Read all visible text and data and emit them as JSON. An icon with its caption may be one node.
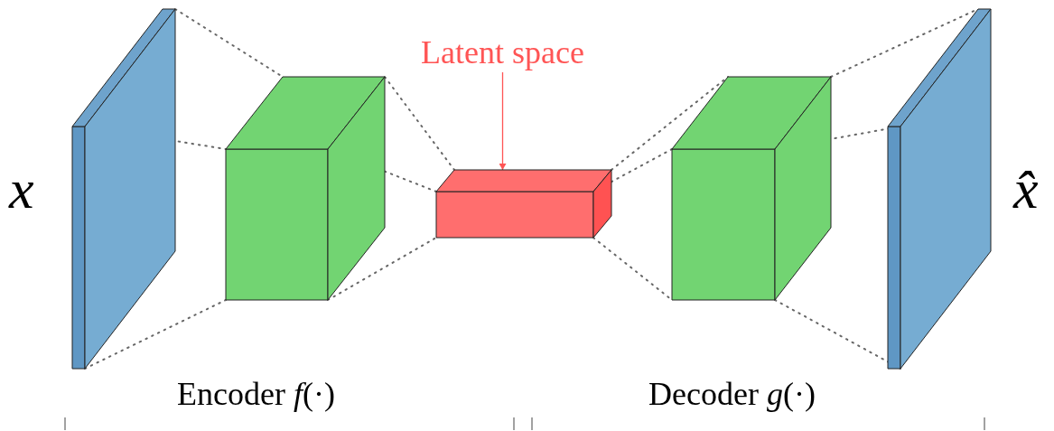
{
  "diagram": {
    "nodes": [
      {
        "text": [],
        "shape": "box",
        "beside": [
          "*x*"
        ]
      },
      {
        "text": [],
        "shape": "box"
      },
      {
        "text": [],
        "shape": "box"
      },
      {
        "text": [],
        "shape": "box"
      },
      {
        "text": [],
        "shape": "box",
        "beside": [
          "*x̂*"
        ]
      },
      {
        "text": [
          "Latent space"
        ]
      }
    ],
    "edges": [
      {
        "from": 0,
        "to": 1,
        "arrow": "none",
        "style": "dashed"
      },
      {
        "from": 0,
        "to": 1,
        "arrow": "none",
        "style": "dashed"
      },
      {
        "from": 0,
        "to": 1,
        "arrow": "none",
        "style": "dashed"
      },
      {
        "from": 1,
        "to": 2,
        "arrow": "none",
        "style": "dashed"
      },
      {
        "from": 1,
        "to": 2,
        "arrow": "none",
        "style": "dashed"
      },
      {
        "from": 1,
        "to": 2,
        "arrow": "none",
        "style": "dashed"
      },
      {
        "from": 2,
        "to": 3,
        "arrow": "none",
        "style": "dashed"
      },
      {
        "from": 2,
        "to": 3,
        "arrow": "none",
        "style": "dashed"
      },
      {
        "from": 2,
        "to": 3,
        "arrow": "none",
        "style": "dashed"
      },
      {
        "from": 3,
        "to": 4,
        "arrow": "none",
        "style": "dashed"
      },
      {
        "from": 3,
        "to": 4,
        "arrow": "none",
        "style": "dashed"
      },
      {
        "from": 3,
        "to": 4,
        "arrow": "none",
        "style": "dashed"
      },
      {
        "from": 5,
        "to": 2,
        "arrow": "to",
        "color": "#ff5555"
      }
    ],
    "labels": [
      "Encoder *f*(·)",
      "Decoder *g*(·)"
    ]
  }
}
